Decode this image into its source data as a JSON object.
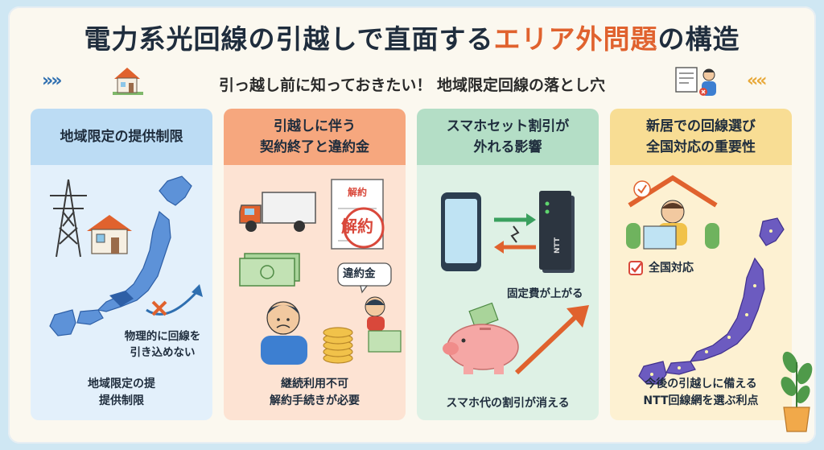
{
  "header": {
    "title_main": "電力系光回線の引越しで直面する",
    "title_accent": "エリア外問題",
    "title_tail": "の構造",
    "subtitle": "引っ越し前に知っておきたい！ 地域限定回線の落とし穴",
    "chevrons_left": "»»",
    "chevrons_right": "««"
  },
  "panels": [
    {
      "title": "地域限定の提供制限",
      "annotation": "物理的に回線を\n引き込めない",
      "caption": "地域限定の提\n提供制限"
    },
    {
      "title": "引越しに伴う\n契約終了と違約金",
      "stamp_small": "解約",
      "stamp_big": "解約",
      "bubble": "違約金",
      "caption": "継続利用不可\n解約手続きが必要"
    },
    {
      "title": "スマホセット割引が\n外れる影響",
      "router_label": "NTT",
      "annotation": "固定費が上がる",
      "caption": "スマホ代の割引が消える"
    },
    {
      "title": "新居での回線選び\n全国対応の重要性",
      "badge": "全国対応",
      "caption": "今後の引越しに備える\nNTT回線網を選ぶ利点"
    }
  ],
  "colors": {
    "accent": "#e0622e",
    "panel1_head": "#bcdcf4",
    "panel1_body": "#e3f0fb",
    "panel2_head": "#f6a77e",
    "panel2_body": "#fde3d3",
    "panel3_head": "#b4dec6",
    "panel3_body": "#def1e5",
    "panel4_head": "#f8dd94",
    "panel4_body": "#fdf1d2"
  }
}
